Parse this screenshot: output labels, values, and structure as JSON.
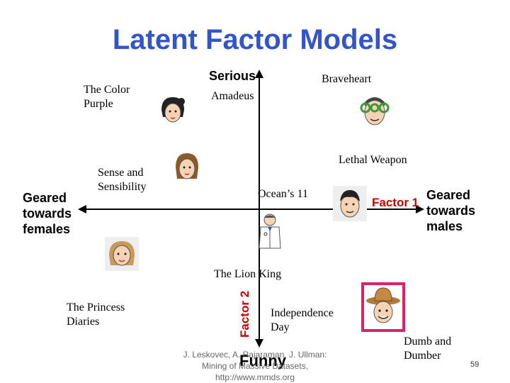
{
  "slide": {
    "title": "Latent Factor Models",
    "page_number": "59"
  },
  "axes": {
    "top_label": "Serious",
    "bottom_label": "Funny",
    "left_label": "Geared\ntowards\nfemales",
    "right_label": "Geared\ntowards\nmales",
    "factor1_label": "Factor 1",
    "factor2_label": "Factor 2"
  },
  "movies": {
    "color_purple": "The Color\nPurple",
    "amadeus": "Amadeus",
    "braveheart": "Braveheart",
    "sense_sensibility": "Sense and\nSensibility",
    "lethal_weapon": "Lethal Weapon",
    "oceans_11": "Ocean’s 11",
    "lion_king": "The Lion King",
    "princess_diaries": "The Princess\nDiaries",
    "independence_day": "Independence\nDay",
    "dumb_dumber": "Dumb and\nDumber"
  },
  "citation": "J. Leskovec, A. Rajaraman, J. Ullman:\nMining of Massive Datasets,\nhttp://www.mmds.org",
  "colors": {
    "title": "#3355cc",
    "factor_label": "#cc0000",
    "highlight_box": "#e0206a"
  },
  "icons": [
    "woman-icon",
    "man-with-glasses-icon",
    "woman-icon",
    "man-icon",
    "doctor-icon",
    "girl-icon",
    "cowboy-icon"
  ]
}
